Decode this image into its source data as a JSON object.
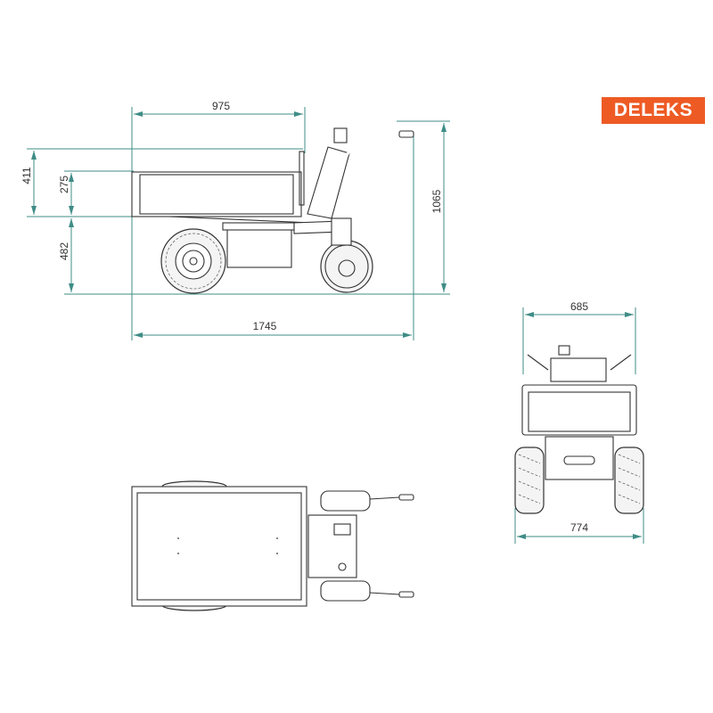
{
  "brand": {
    "logo_text": "DELEKS",
    "color": "#ee5a24"
  },
  "dimension_color": "#3f8c86",
  "side_view": {
    "dims": {
      "bed_length": "975",
      "overall_length": "1745",
      "overall_height": "1065",
      "side_height": "411",
      "bed_depth": "275",
      "bed_floor_height": "482"
    }
  },
  "front_view": {
    "dims": {
      "bed_width": "685",
      "overall_width": "774"
    }
  }
}
